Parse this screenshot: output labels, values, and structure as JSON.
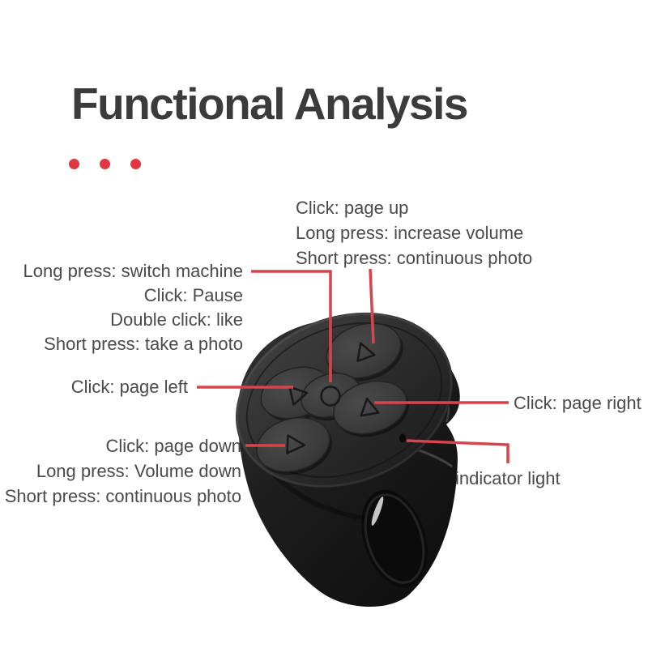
{
  "page": {
    "title": "Functional Analysis"
  },
  "decor": {
    "dots_count": 3,
    "dot_color": "#e23640"
  },
  "colors": {
    "pointer_line": "#d8444b",
    "annotation_text": "#4a4a4a",
    "title_text": "#3b3b3b",
    "device_body": "#1d1d1d",
    "device_button": "#3f3f3f"
  },
  "annotations": {
    "page_up": {
      "lines": [
        "Click: page up",
        "Long press: increase volume",
        "Short press: continuous photo"
      ]
    },
    "center_button": {
      "lines": [
        "Long press: switch machine",
        "Click: Pause",
        "Double click: like",
        "Short press: take a photo"
      ]
    },
    "page_left": {
      "label": "Click: page left"
    },
    "page_down": {
      "lines": [
        "Click: page down",
        "Long press: Volume down",
        "Short press: continuous photo"
      ]
    },
    "page_right": {
      "label": "Click: page right"
    },
    "indicator_light": {
      "label": "indicator light"
    }
  },
  "device": {
    "type": "ring-remote",
    "buttons": [
      {
        "id": "page-up-button",
        "glyph": "triangle-up"
      },
      {
        "id": "page-left-button",
        "glyph": "triangle-up-left"
      },
      {
        "id": "center-button",
        "glyph": "circle"
      },
      {
        "id": "page-right-button",
        "glyph": "triangle-up"
      },
      {
        "id": "page-down-button",
        "glyph": "triangle-right"
      }
    ],
    "indicator": "indicator-light-hole"
  }
}
